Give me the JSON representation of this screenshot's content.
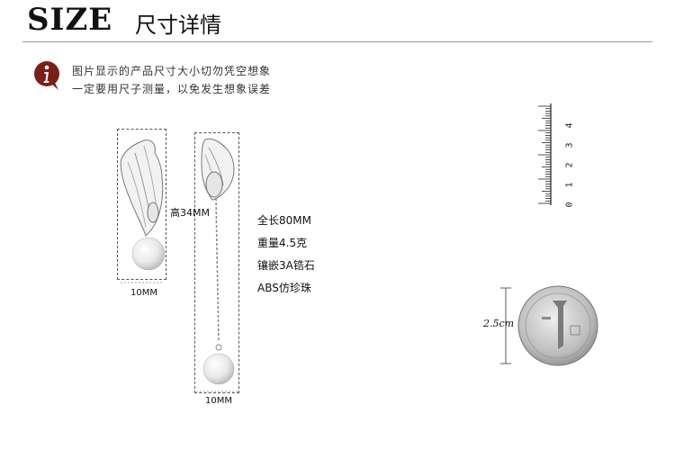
{
  "header": {
    "title_en": "SIZE",
    "title_cn": "尺寸详情"
  },
  "notice": {
    "line1": "图片显示的产品尺寸大小切勿凭空想象",
    "line2": "一定要用尺子测量，以免发生想象误差"
  },
  "earrings": {
    "height_label": "高34MM",
    "left_width_label": "10MM",
    "right_width_label": "10MM"
  },
  "specs": [
    "全长80MM",
    "重量4.5克",
    "镶嵌3A锆石",
    "ABS仿珍珠"
  ],
  "ruler": {
    "numbers": [
      "0",
      "1",
      "2",
      "3",
      "4"
    ]
  },
  "coin": {
    "diameter_label": "2.5cm"
  }
}
